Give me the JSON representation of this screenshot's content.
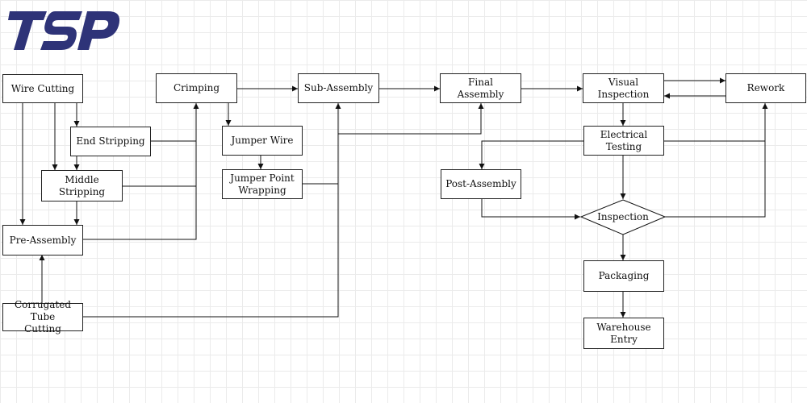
{
  "logo": {
    "text": "TSP",
    "color": "#2e3378"
  },
  "nodes": {
    "wire_cutting": "Wire Cutting",
    "end_stripping": "End Stripping",
    "middle_stripping": "Middle Stripping",
    "pre_assembly": "Pre-Assembly",
    "corrugated_tube_cutting": "Corrugated Tube\nCutting",
    "crimping": "Crimping",
    "jumper_wire": "Jumper Wire",
    "jumper_point_wrapping": "Jumper Point\nWrapping",
    "sub_assembly": "Sub-Assembly",
    "final_assembly": "Final Assembly",
    "visual_inspection": "Visual Inspection",
    "rework": "Rework",
    "electrical_testing": "Electrical Testing",
    "post_assembly": "Post-Assembly",
    "inspection": "Inspection",
    "packaging": "Packaging",
    "warehouse_entry": "Warehouse Entry"
  }
}
